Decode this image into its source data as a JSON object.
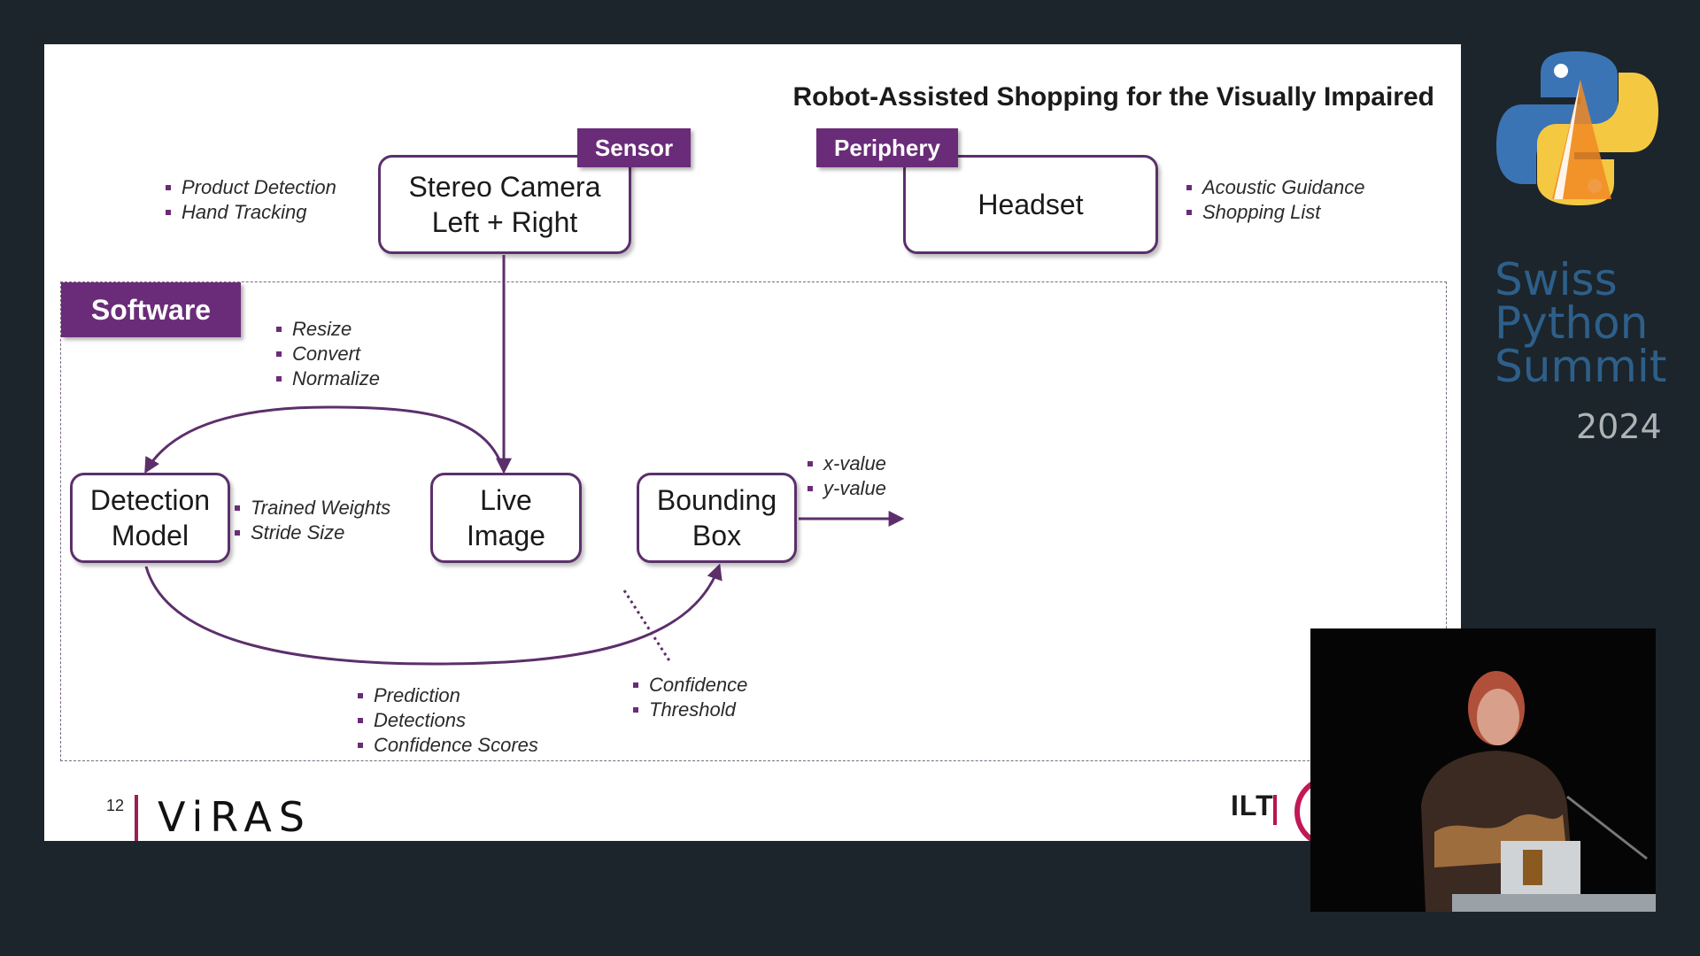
{
  "slide": {
    "title": "Robot-Assisted Shopping for the Visually Impaired",
    "page_number": "12",
    "tags": {
      "sensor": "Sensor",
      "periphery": "Periphery",
      "software": "Software"
    },
    "boxes": {
      "stereo_camera": "Stereo Camera\nLeft + Right",
      "headset": "Headset",
      "detection_model": "Detection\nModel",
      "live_image": "Live\nImage",
      "bounding_box": "Bounding\nBox"
    },
    "notes": {
      "camera": [
        "Product Detection",
        "Hand Tracking"
      ],
      "headset": [
        "Acoustic Guidance",
        "Shopping List"
      ],
      "preprocess": [
        "Resize",
        "Convert",
        "Normalize"
      ],
      "model": [
        "Trained Weights",
        "Stride Size"
      ],
      "output": [
        "x-value",
        "y-value"
      ],
      "prediction": [
        "Prediction",
        "Detections",
        "Confidence Scores"
      ],
      "threshold": [
        "Confidence",
        "Threshold"
      ]
    },
    "footer": {
      "left_logo": "ViRAS",
      "right_logo": "ILT"
    }
  },
  "brand": {
    "line1": "Swiss",
    "line2": "Python",
    "line3": "Summit",
    "year": "2024"
  },
  "colors": {
    "accent": "#6a2c78",
    "box_border": "#5c2f6b",
    "background": "#1c252b",
    "brand_text": "#2e5f8a"
  }
}
